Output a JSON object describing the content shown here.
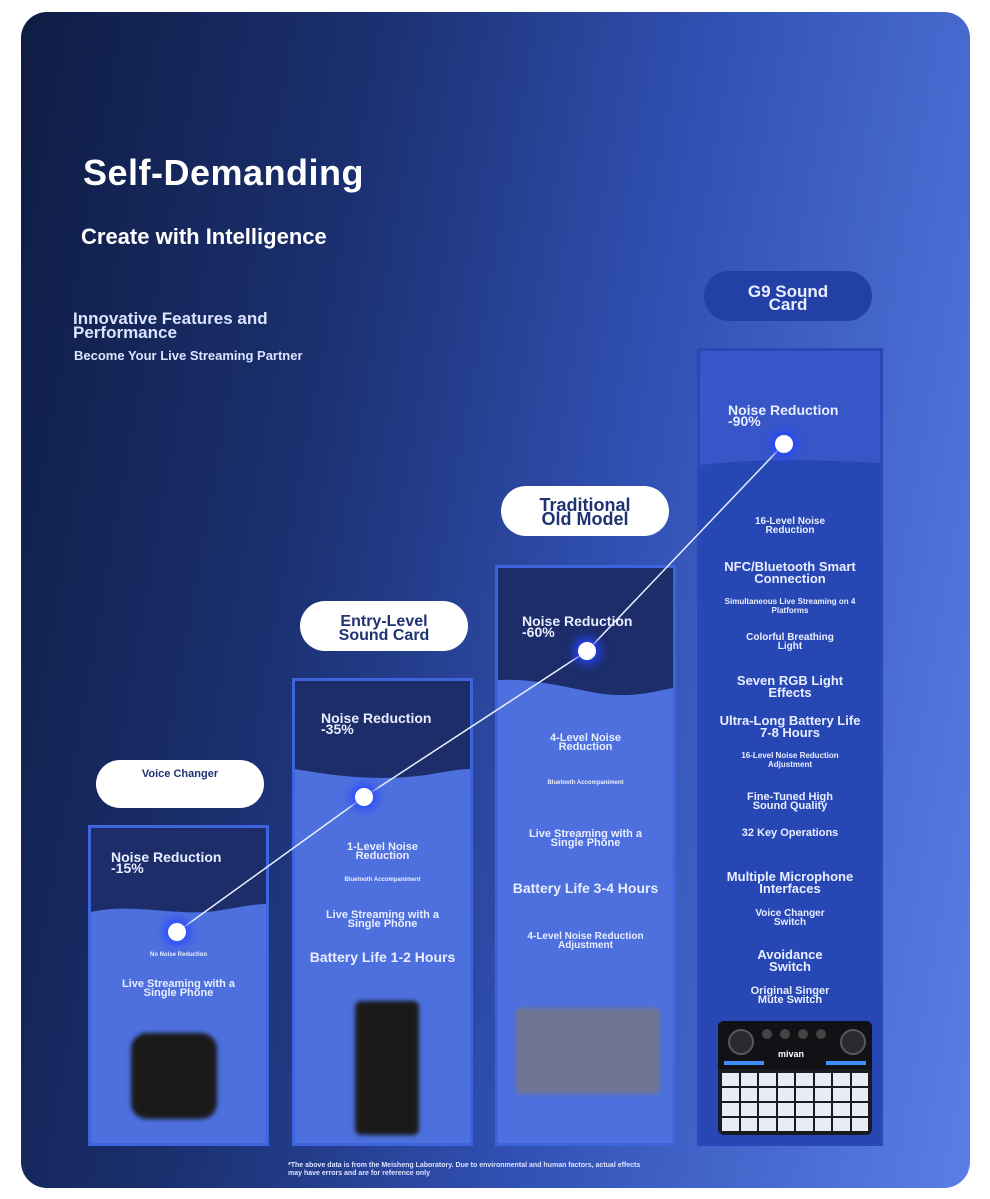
{
  "header": {
    "title": "Self-Demanding",
    "subtitle": "Create with Intelligence",
    "features": "Innovative Features and Performance",
    "partner": "Become Your Live Streaming Partner"
  },
  "columns": [
    {
      "name": "Voice Changer",
      "noise_label": "Noise Reduction",
      "noise_value": "-15%",
      "noise_level": 15,
      "features": [
        "No Noise Reduction",
        "Live Streaming with a Single Phone"
      ]
    },
    {
      "name": "Entry-Level Sound Card",
      "noise_label": "Noise Reduction",
      "noise_value": "-35%",
      "noise_level": 35,
      "features": [
        "1-Level Noise Reduction",
        "Bluetooth Accompaniment",
        "Live Streaming with a Single Phone",
        "Battery Life 1-2 Hours"
      ]
    },
    {
      "name": "Traditional Old Model",
      "noise_label": "Noise Reduction",
      "noise_value": "-60%",
      "noise_level": 60,
      "features": [
        "4-Level Noise Reduction",
        "Bluetooth Accompaniment",
        "Live Streaming with a Single Phone",
        "Battery Life 3-4 Hours",
        "4-Level Noise Reduction Adjustment"
      ]
    },
    {
      "name": "G9 Sound Card",
      "noise_label": "Noise Reduction",
      "noise_value": "-90%",
      "noise_level": 90,
      "features": [
        "16-Level Noise Reduction",
        "NFC/Bluetooth Smart Connection",
        "Simultaneous Live Streaming on 4 Platforms",
        "Colorful Breathing Light",
        "Seven RGB Light Effects",
        "Ultra-Long Battery Life 7-8 Hours",
        "16-Level Noise Reduction Adjustment",
        "Fine-Tuned High Sound Quality",
        "32 Key Operations",
        "Multiple Microphone Interfaces",
        "Voice Changer Switch",
        "Avoidance Switch",
        "Original Singer Mute Switch"
      ]
    }
  ],
  "product_brand": "mivan",
  "footnote": "*The above data is from the Meisheng Laboratory. Due to environmental and human factors, actual effects may have errors and are for reference only",
  "colors": {
    "accent": "#3d63dd",
    "dot_glow": "#2a46ff"
  }
}
